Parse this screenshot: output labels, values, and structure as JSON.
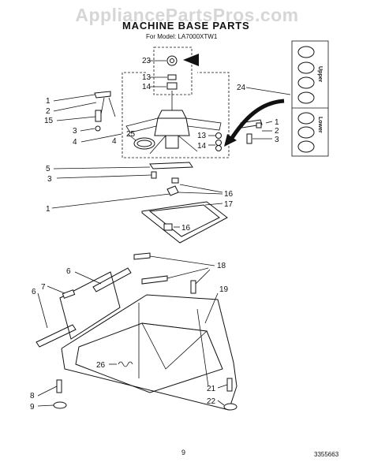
{
  "watermark": "AppliancePartsPros.com",
  "header": {
    "title": "MACHINE BASE PARTS",
    "model_label": "For Model: LA7000XTW1"
  },
  "footer": {
    "page_number": "9",
    "document_number": "3355663"
  },
  "inset": {
    "upper_label": "Upper",
    "lower_label": "Lower"
  },
  "callouts": {
    "c23": "23",
    "c13a": "13",
    "c14a": "14",
    "c24": "24",
    "c1a": "1",
    "c2a": "2",
    "c15": "15",
    "c3a": "3",
    "c4a": "4",
    "c25": "25",
    "c13b": "13",
    "c14b": "14",
    "c1b": "1",
    "c2b": "2",
    "c3b": "3",
    "c4b": "4",
    "c5": "5",
    "c3c": "3",
    "c16a": "16",
    "c1c": "1",
    "c17": "17",
    "c16b": "16",
    "c18": "18",
    "c6a": "6",
    "c7": "7",
    "c19": "19",
    "c6b": "6",
    "c26": "26",
    "c8": "8",
    "c9": "9",
    "c21": "21",
    "c22": "22"
  }
}
